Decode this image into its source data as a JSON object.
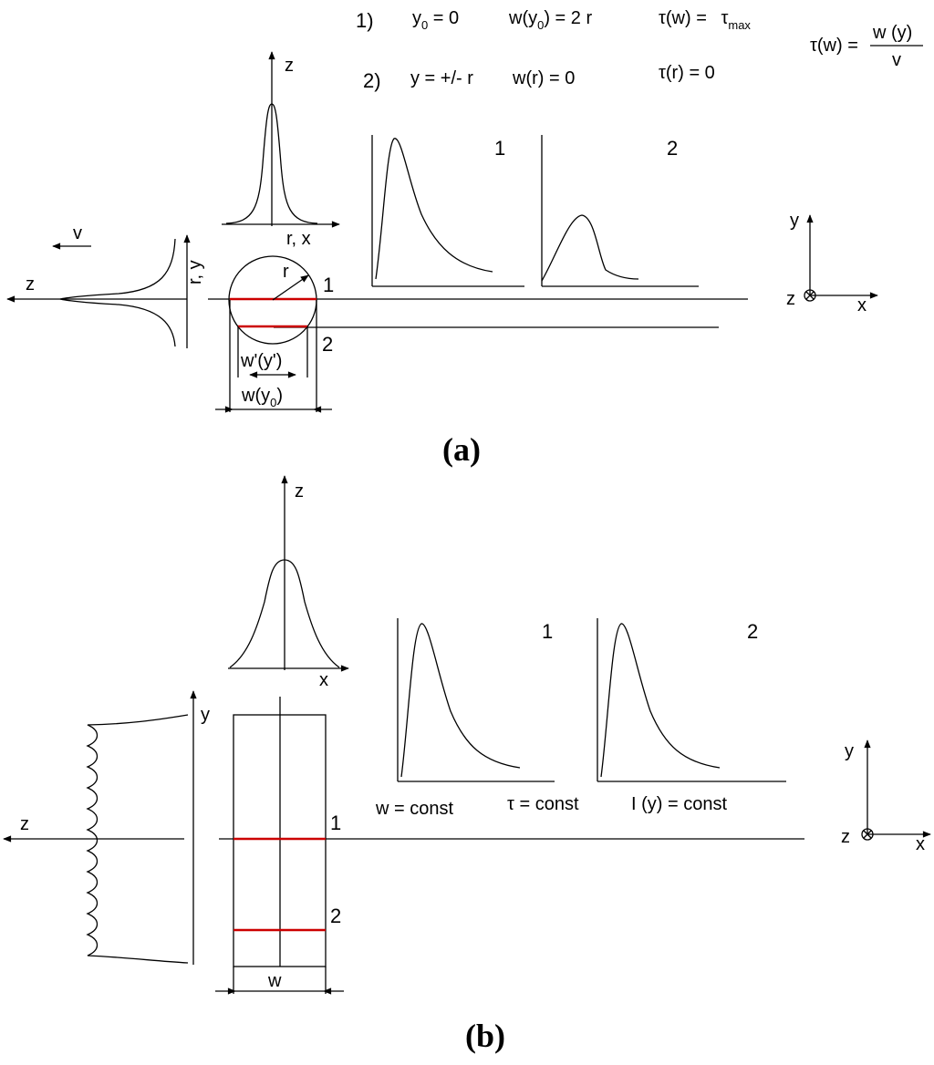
{
  "conditions": {
    "c1": {
      "num": "1)",
      "y0_base": "y",
      "y0_sub": "0",
      "y0_val": " = 0",
      "w_base": "w(y",
      "w_sub": "0",
      "w_val": ") = 2 r",
      "tau_lhs": "τ(w) = ",
      "tau_base": "τ",
      "tau_sub": "max"
    },
    "c2": {
      "num": "2)",
      "y_text": "y = +/- r",
      "w_text": "w(r) = 0",
      "tau_text": "τ(r) =  0"
    },
    "formula": {
      "lhs": "τ(w) =",
      "numerator": "w (y)",
      "denominator": "v"
    }
  },
  "panel_a": {
    "caption_open": "(",
    "caption_letter": "a",
    "caption_close": ")",
    "axis_z_top": "z",
    "axis_rx": "r, x",
    "axis_z_left": "z",
    "axis_ry": "r, y",
    "v_label": "v",
    "r_label": "r",
    "line1": "1",
    "line2": "2",
    "w_prime": "w'(y')",
    "w_y0_base": "w(y",
    "w_y0_sub": "0",
    "w_y0_close": ")",
    "plot1_label": "1",
    "plot2_label": "2",
    "coord_y": "y",
    "coord_z": "z",
    "coord_x": "x"
  },
  "panel_b": {
    "caption_open": "(",
    "caption_letter": "b",
    "caption_close": ")",
    "axis_z_top": "z",
    "axis_x": "x",
    "axis_y": "y",
    "axis_z_left": "z",
    "line1": "1",
    "line2": "2",
    "w_label": "w",
    "plot1_label": "1",
    "plot2_label": "2",
    "note_w": "w = const",
    "note_tau": "τ = const",
    "note_I": "I (y) = const",
    "coord_y": "y",
    "coord_z": "z",
    "coord_x": "x"
  }
}
